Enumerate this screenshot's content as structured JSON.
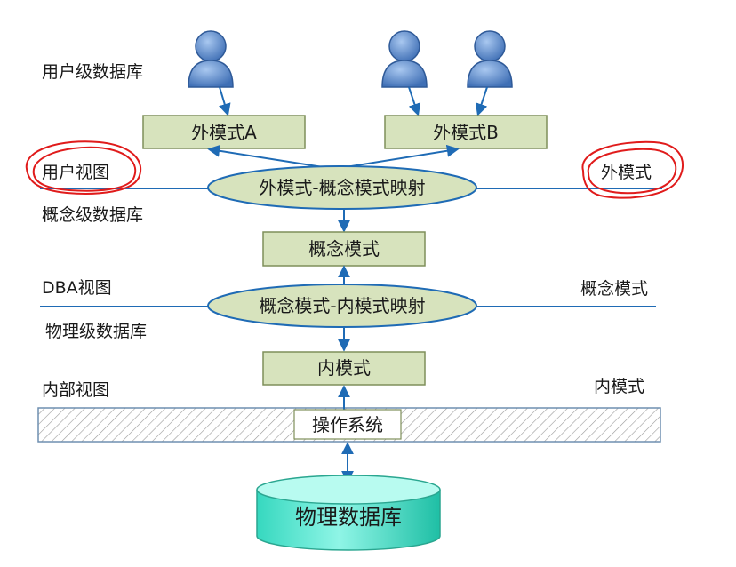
{
  "colors": {
    "box_fill": "#d7e3bd",
    "box_stroke": "#7f8f5a",
    "line": "#1f6bb5",
    "user_icon": "#4f7fc4",
    "db_fill": "#5fe8d2",
    "annotation": "#e01b1b"
  },
  "icons": [
    "user-icon",
    "user-icon",
    "user-icon"
  ],
  "labels": {
    "user_db": "用户级数据库",
    "user_view": "用户视图",
    "concept_db": "概念级数据库",
    "dba_view": "DBA视图",
    "physical_db": "物理级数据库",
    "internal_view": "内部视图",
    "right_external": "外模式",
    "right_conceptual": "概念模式",
    "right_internal": "内模式"
  },
  "boxes": {
    "external_a": "外模式A",
    "external_b": "外模式B",
    "conceptual": "概念模式",
    "internal": "内模式",
    "os": "操作系统"
  },
  "mappings": {
    "external_conceptual": "外模式-概念模式映射",
    "conceptual_internal": "概念模式-内模式映射"
  },
  "database": "物理数据库"
}
